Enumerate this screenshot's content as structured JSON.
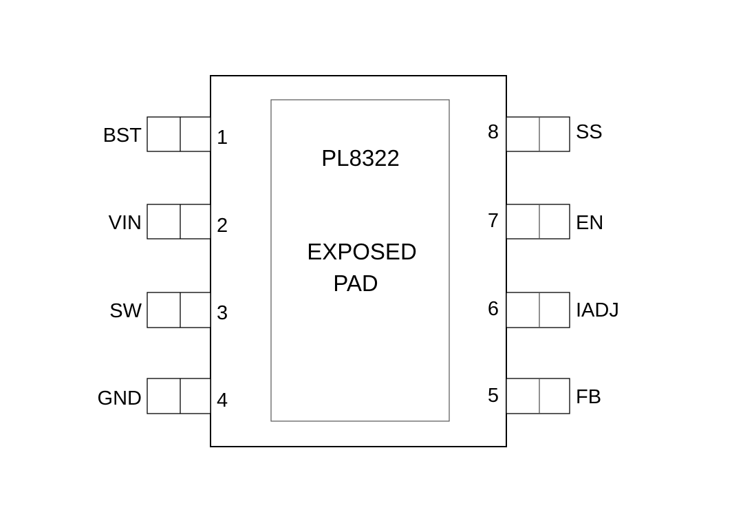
{
  "chip": {
    "part_number": "PL8322",
    "pad_label_line1": "EXPOSED",
    "pad_label_line2": "PAD"
  },
  "pins_left": [
    {
      "number": "1",
      "name": "BST"
    },
    {
      "number": "2",
      "name": "VIN"
    },
    {
      "number": "3",
      "name": "SW"
    },
    {
      "number": "4",
      "name": "GND"
    }
  ],
  "pins_right": [
    {
      "number": "8",
      "name": "SS"
    },
    {
      "number": "7",
      "name": "EN"
    },
    {
      "number": "6",
      "name": "IADJ"
    },
    {
      "number": "5",
      "name": "FB"
    }
  ]
}
